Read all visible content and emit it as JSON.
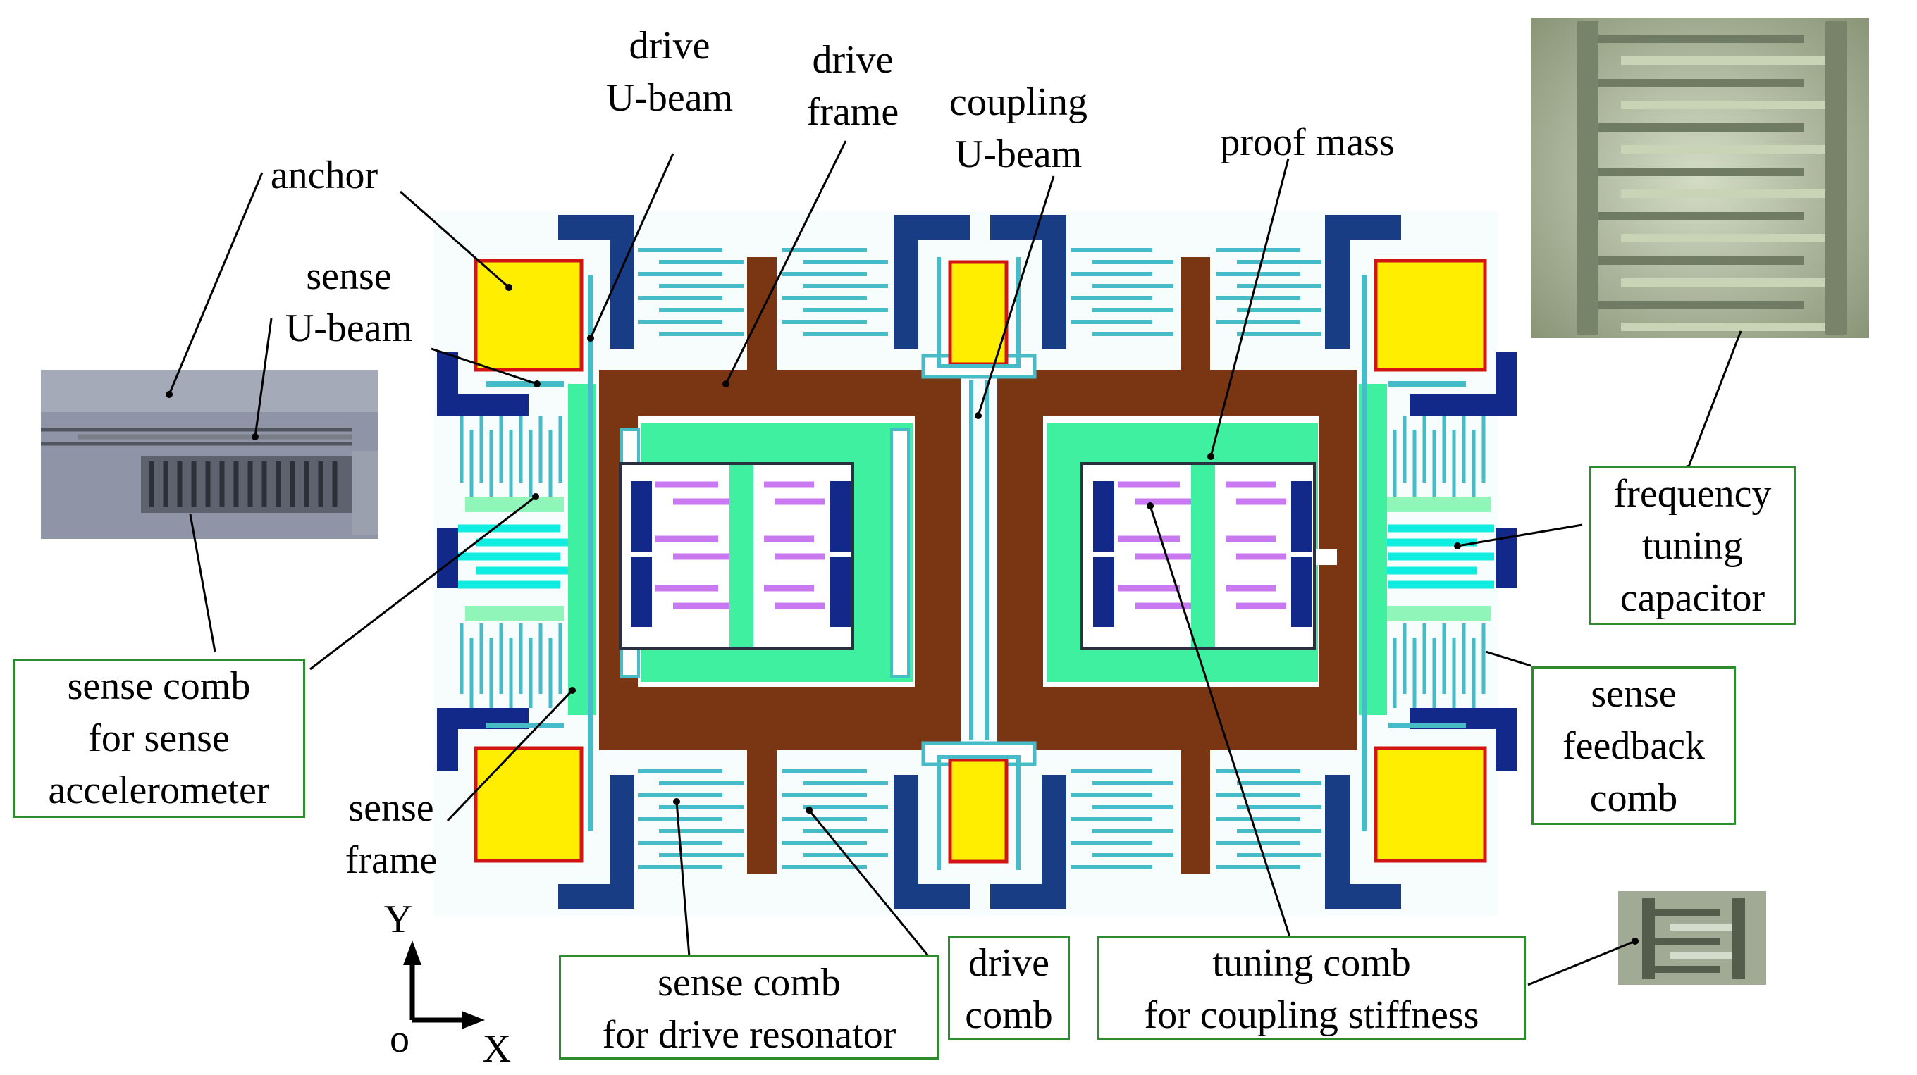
{
  "labels": {
    "anchor": [
      "anchor"
    ],
    "drive_u_beam": [
      "drive",
      "U-beam"
    ],
    "drive_frame": [
      "drive",
      "frame"
    ],
    "coupling_u_beam": [
      "coupling",
      "U-beam"
    ],
    "proof_mass": [
      "proof mass"
    ],
    "sense_u_beam": [
      "sense",
      "U-beam"
    ],
    "sense_comb_accel": [
      "sense comb",
      "for sense",
      "accelerometer"
    ],
    "sense_frame": [
      "sense",
      "frame"
    ],
    "frequency_tuning_capacitor": [
      "frequency",
      "tuning",
      "capacitor"
    ],
    "sense_feedback_comb": [
      "sense",
      "feedback",
      "comb"
    ],
    "sense_comb_drive": [
      "sense comb",
      "for drive resonator"
    ],
    "drive_comb": [
      "drive",
      "comb"
    ],
    "tuning_comb": [
      "tuning comb",
      "for coupling stiffness"
    ]
  },
  "axes": {
    "y": "Y",
    "x": "X",
    "origin": "o"
  },
  "colors": {
    "frame_brown": "#7a3512",
    "anchor_yellow": "#ffee00",
    "anchor_border": "#d21414",
    "electrode_navy": "#12298a",
    "sense_green": "#3ff0a0",
    "comb_teal": "#46bcc8",
    "finger_cyan": "#10ece0",
    "tuning_violet": "#c878f0",
    "box_border": "#2d8c2d"
  }
}
